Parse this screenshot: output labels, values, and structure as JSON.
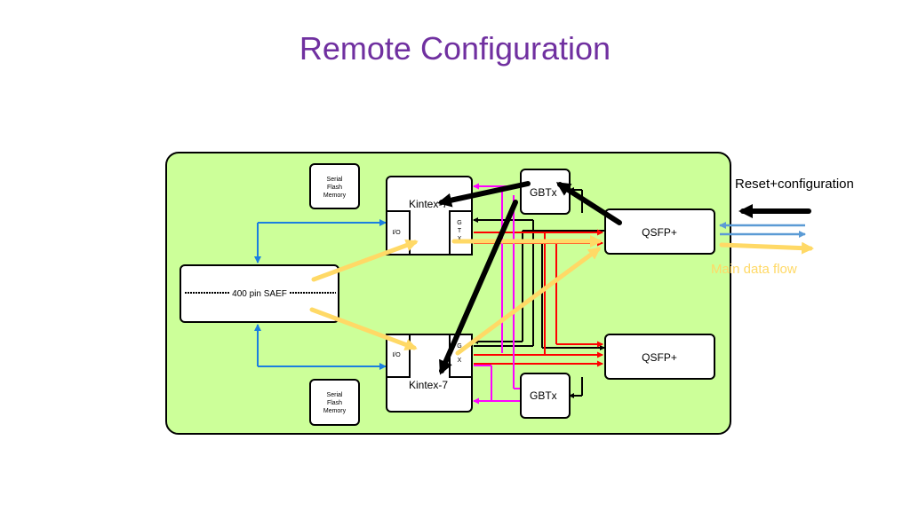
{
  "slide": {
    "title": "Remote Configuration",
    "title_color": "#7030a0"
  },
  "diagram": {
    "flash_top": [
      "Serial",
      "Flash",
      "Memory"
    ],
    "flash_bottom": [
      "Serial",
      "Flash",
      "Memory"
    ],
    "fpga_top": "Kintex-7",
    "fpga_bottom": "Kintex-7",
    "io_top": "I/O",
    "io_bottom": "I/O",
    "gtx_top": [
      "G",
      "T",
      "X"
    ],
    "gtx_bottom": [
      "G",
      "X"
    ],
    "gbtx_top": "GBTx",
    "gbtx_bottom": "GBTx",
    "qsfp_top": "QSFP+",
    "qsfp_bottom": "QSFP+",
    "saef": "400 pin SAEF",
    "legend_reset": "Reset+configuration",
    "legend_data": "Main data flow"
  },
  "colors": {
    "board": "#ccff99",
    "red_link": "#ff0000",
    "magenta_link": "#ff00ff",
    "blue_link": "#1a7fe0",
    "yellow_flow": "#ffd966",
    "light_blue": "#5b9bd5",
    "legend_data_text": "#ffd966"
  }
}
